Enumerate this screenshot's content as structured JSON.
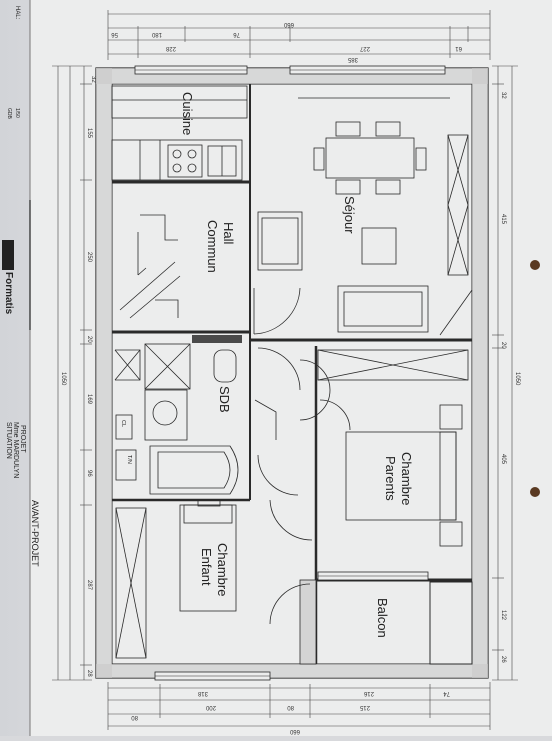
{
  "rooms": {
    "cuisine": "Cuisine",
    "sejour": "Séjour",
    "hall_1": "Hall",
    "hall_2": "Commun",
    "sdb": "SDB",
    "chambre_parents_1": "Chambre",
    "chambre_parents_2": "Parents",
    "chambre_enfant_1": "Chambre",
    "chambre_enfant_2": "Enfant",
    "balcon": "Balcon"
  },
  "fixture_labels": {
    "cl": "CL",
    "tn": "T/N"
  },
  "title_block": {
    "stage": "AVANT-PROJET",
    "projet_label": "PROJET",
    "client": "Mme MARDULYN",
    "situation": "SITUATION",
    "brand": "Formatis",
    "header_fragment": "HAL:",
    "scale_fragment_1": "1/50",
    "scale_fragment_2": "GDB"
  },
  "dimensions": {
    "top_outer": [
      "56",
      "180",
      "76",
      "227",
      "61"
    ],
    "top_mid": [
      "228",
      "660"
    ],
    "top_inner": [
      "385"
    ],
    "left_inner": [
      "32",
      "155",
      "250",
      "20",
      "169",
      "96",
      "287",
      "28"
    ],
    "left_total": "1050",
    "right_inner": [
      "32",
      "415",
      "20",
      "405",
      "122",
      "26"
    ],
    "right_total": "1050",
    "bottom_inner": [
      "318",
      "216"
    ],
    "bottom_outer": [
      "80",
      "200",
      "80",
      "215",
      "74"
    ],
    "bottom_mid": [
      "660"
    ]
  },
  "colors": {
    "paper": "#eceded",
    "ink": "#2a2a2a",
    "wall_fill": "#b8b8b8"
  }
}
